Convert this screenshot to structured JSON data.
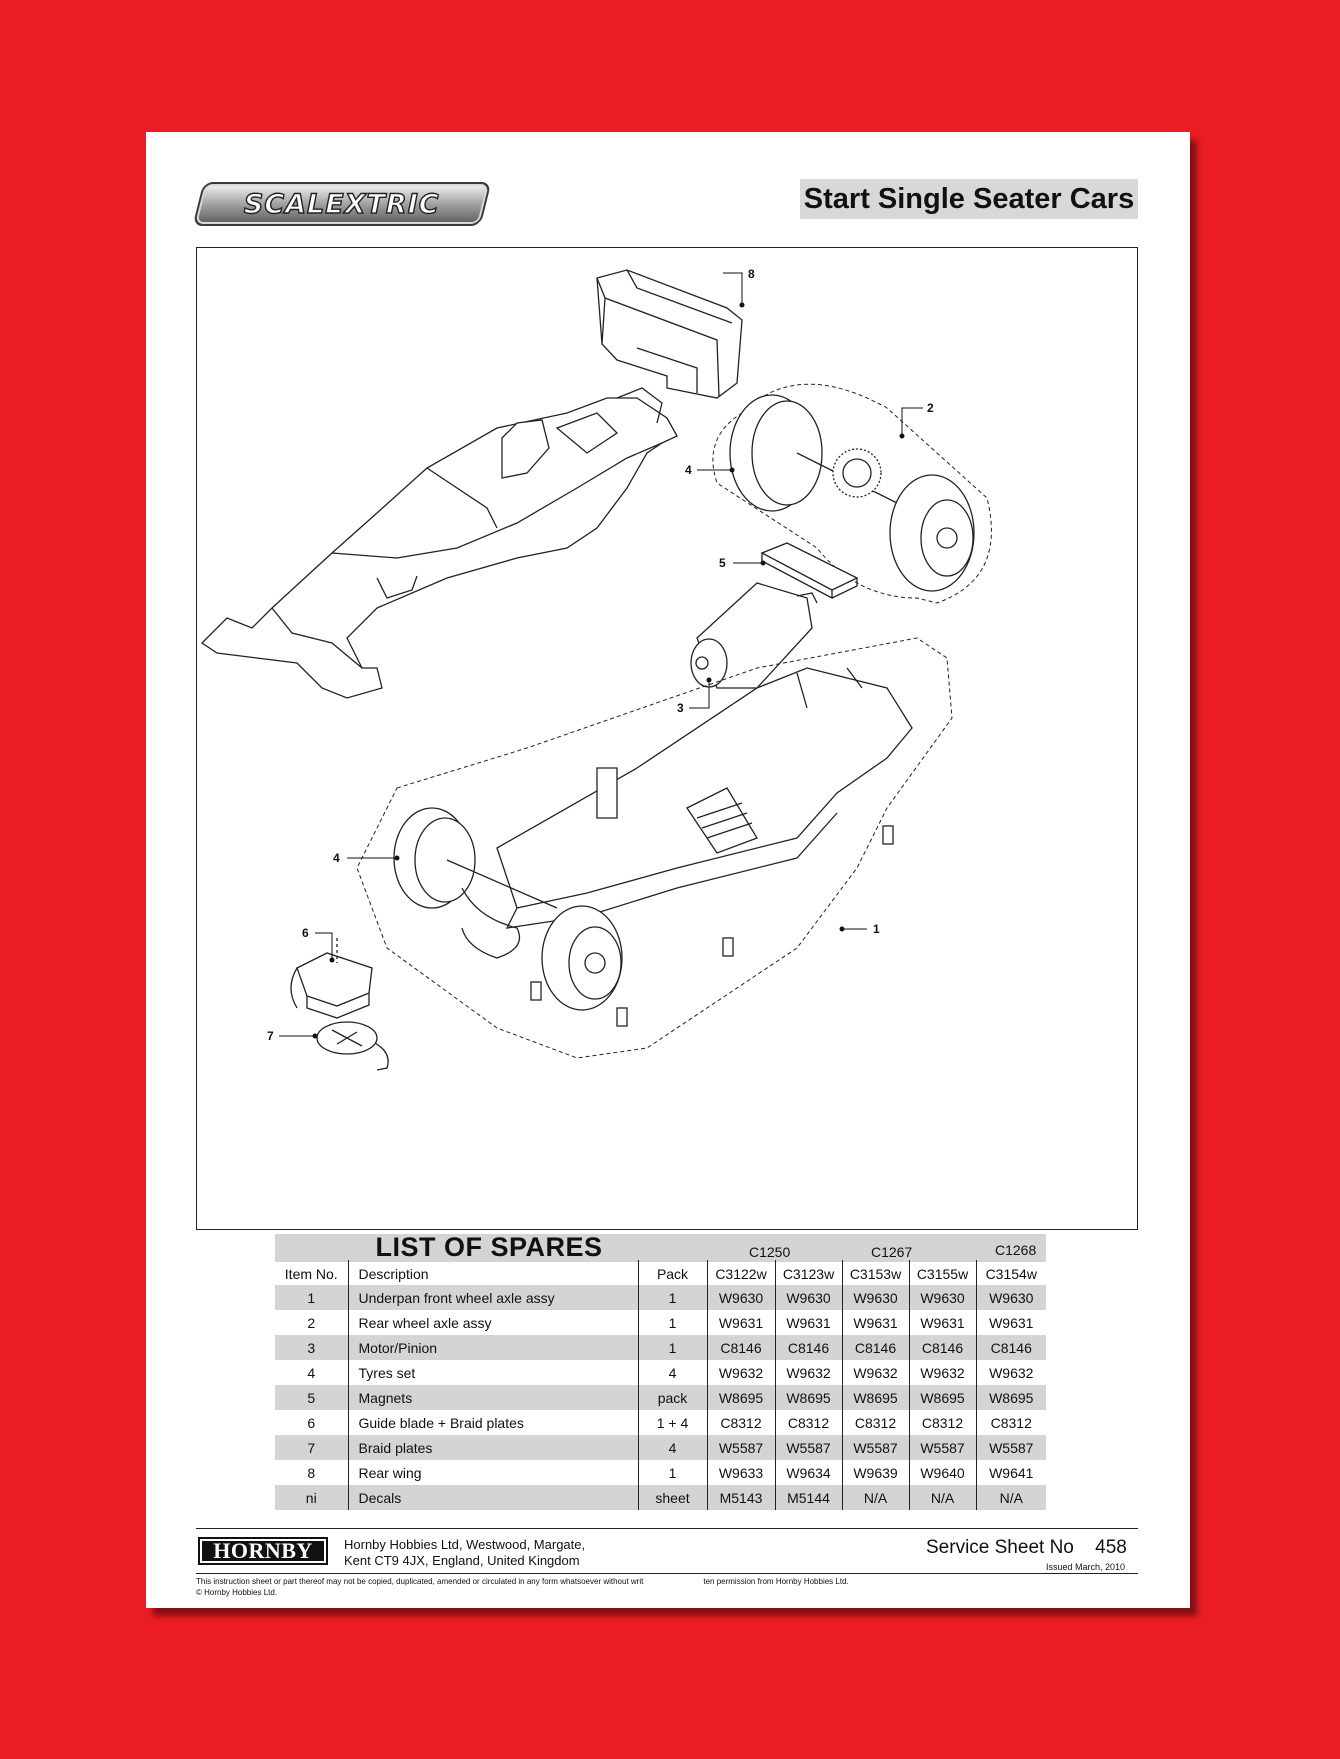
{
  "header": {
    "brand_logo": "SCALEXTRIC",
    "title": "Start Single Seater Cars"
  },
  "diagram": {
    "callouts": [
      "1",
      "2",
      "3",
      "4",
      "4",
      "5",
      "6",
      "7",
      "8"
    ]
  },
  "spares": {
    "heading": "LIST OF SPARES",
    "group_labels": [
      "C1250",
      "C1267",
      "C1268"
    ],
    "columns": [
      "Item No.",
      "Description",
      "Pack",
      "C3122w",
      "C3123w",
      "C3153w",
      "C3155w",
      "C3154w"
    ],
    "rows": [
      [
        "1",
        "Underpan front wheel axle assy",
        "1",
        "W9630",
        "W9630",
        "W9630",
        "W9630",
        "W9630"
      ],
      [
        "2",
        "Rear wheel axle assy",
        "1",
        "W9631",
        "W9631",
        "W9631",
        "W9631",
        "W9631"
      ],
      [
        "3",
        "Motor/Pinion",
        "1",
        "C8146",
        "C8146",
        "C8146",
        "C8146",
        "C8146"
      ],
      [
        "4",
        "Tyres set",
        "4",
        "W9632",
        "W9632",
        "W9632",
        "W9632",
        "W9632"
      ],
      [
        "5",
        "Magnets",
        "pack",
        "W8695",
        "W8695",
        "W8695",
        "W8695",
        "W8695"
      ],
      [
        "6",
        "Guide blade + Braid plates",
        "1 + 4",
        "C8312",
        "C8312",
        "C8312",
        "C8312",
        "C8312"
      ],
      [
        "7",
        "Braid plates",
        "4",
        "W5587",
        "W5587",
        "W5587",
        "W5587",
        "W5587"
      ],
      [
        "8",
        "Rear wing",
        "1",
        "W9633",
        "W9634",
        "W9639",
        "W9640",
        "W9641"
      ],
      [
        "ni",
        "Decals",
        "sheet",
        "M5143",
        "M5144",
        "N/A",
        "N/A",
        "N/A"
      ]
    ]
  },
  "footer": {
    "maker_logo": "HORNBY",
    "address_line1": "Hornby Hobbies Ltd,      Westwood, Margate,",
    "address_line2": "Kent CT9 4JX, England, United Kingdom",
    "service_sheet_label": "Service Sheet No",
    "service_sheet_number": "458",
    "issued": "Issued March, 2010",
    "legal_part1": "This instruction sheet or part thereof may not be copied, duplicated, amended or circulated in any form whatsoever without writ",
    "legal_part2": "ten permission from Hornby Hobbies Ltd.",
    "copyright": "© Hornby Hobbies Ltd."
  },
  "colors": {
    "background": "#ec1c24",
    "sheet": "#ffffff",
    "band": "#d4d4d4"
  }
}
